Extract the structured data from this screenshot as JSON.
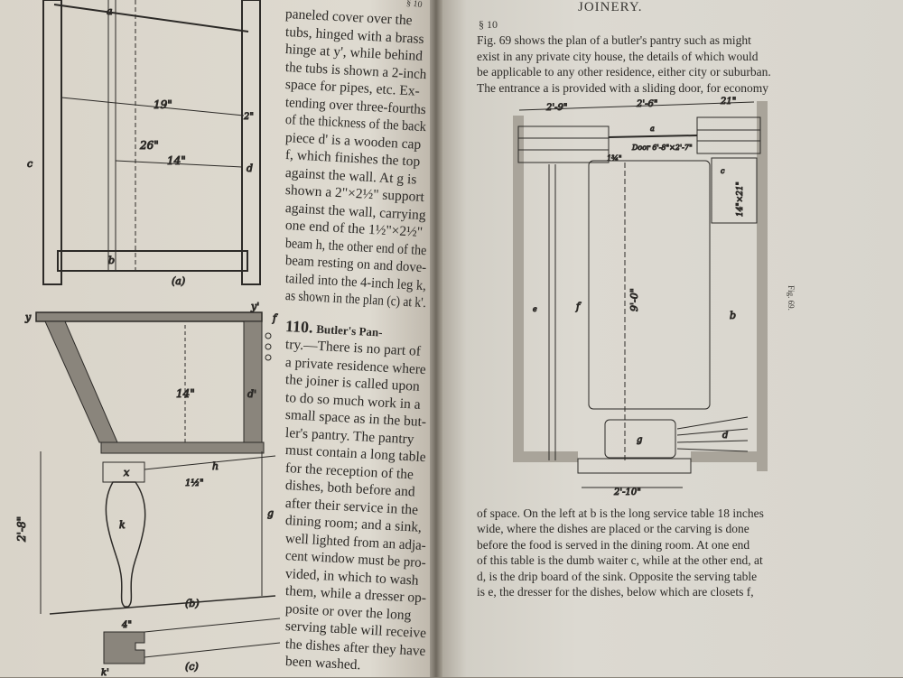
{
  "left_page": {
    "section_mark": "§ 10",
    "body_lines": [
      "paneled cover over the",
      "tubs, hinged with a brass",
      "hinge at y', while behind",
      "the tubs is shown a 2-inch",
      "space for pipes, etc.  Ex-",
      "tending over three-fourths",
      "of the thickness of the back",
      "piece d' is a wooden cap",
      "f, which finishes the top",
      "against the wall.  At g is",
      "shown a 2\"×2½\" support",
      "against the wall, carrying",
      "one end of the 1½\"×2½\"",
      "beam h, the other end of the",
      "beam resting on and dove-",
      "tailed into the 4-inch leg k,",
      "as shown in the plan (c) at k'."
    ],
    "heading": {
      "number": "110.",
      "title": "Butler's Pan-"
    },
    "section_lines": [
      "try.—There is no part of",
      "a private residence where",
      "the joiner is called upon",
      "to do so much work in a",
      "small space as in the but-",
      "ler's pantry.  The pantry",
      "must contain a long table",
      "for the reception of the",
      "dishes, both before and",
      "after their service in the",
      "dining room; and a sink,",
      "well lighted from an adja-",
      "cent window must be pro-",
      "vided, in which to wash",
      "them, while a dresser op-",
      "posite or over the long",
      "serving table will receive",
      "the dishes after they have",
      "been washed."
    ],
    "figure_labels": {
      "a_top": "a",
      "b_bottom": "b",
      "c_left": "c",
      "d_right": "d",
      "dim_19": "19\"",
      "dim_26": "26\"",
      "dim_14_top": "14\"",
      "dim_2": "2\"",
      "caption_a": "(a)",
      "caption_b": "(b)",
      "caption_c": "(c)",
      "y": "y",
      "y_prime": "y'",
      "f": "f",
      "dim_14_bottom": "14\"",
      "dim_2_8": "2'-8\"",
      "x": "x",
      "h": "h",
      "k": "k",
      "g": "g",
      "d_prime": "d'",
      "dim_4": "4\"",
      "dim_1_half": "1½\"",
      "k_prime": "k'"
    }
  },
  "right_page": {
    "running_head": "JOINERY.",
    "section_mark": "§ 10",
    "top_lines": [
      "Fig. 69 shows the plan of a butler's pantry such as might",
      "exist in any private city house, the details of which would",
      "be applicable to any other residence, either city or suburban.",
      "The entrance a is provided with a sliding door, for economy"
    ],
    "bottom_lines": [
      "of space.  On the left at b is the long service table 18 inches",
      "wide, where the dishes are placed or the carving is done",
      "before the food is served in the dining room.  At one end",
      "of this table is the dumb waiter c, while at the other end, at",
      "d, is the drip board of the sink.  Opposite the serving table",
      "is e, the dresser for the dishes, below which are closets f,"
    ],
    "plan": {
      "figure_caption": "Fig. 69.",
      "dim_top_left": "2'-9\"",
      "dim_top_mid": "2'-6\"",
      "dim_top_right": "21\"",
      "door_label": "Door 6'-8\"×2'-7\"",
      "door_thickness": "1¾\"",
      "entrance": "a",
      "dumb_waiter_size": "14\"×21\"",
      "dumb_waiter": "c",
      "length": "9'-0\"",
      "dresser": "e",
      "closets": "f",
      "table": "b",
      "sink": "g",
      "drip_board": "d",
      "dim_bottom": "2'-10\""
    }
  }
}
